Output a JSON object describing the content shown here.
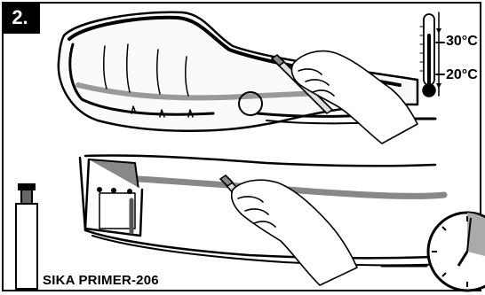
{
  "step": {
    "number": "2."
  },
  "thermometer": {
    "max_label": "30°C",
    "min_label": "20°C"
  },
  "product": {
    "label": "SIKA PRIMER-206"
  },
  "icons": [
    "thermometer-icon",
    "clock-icon",
    "primer-bottle-icon"
  ]
}
